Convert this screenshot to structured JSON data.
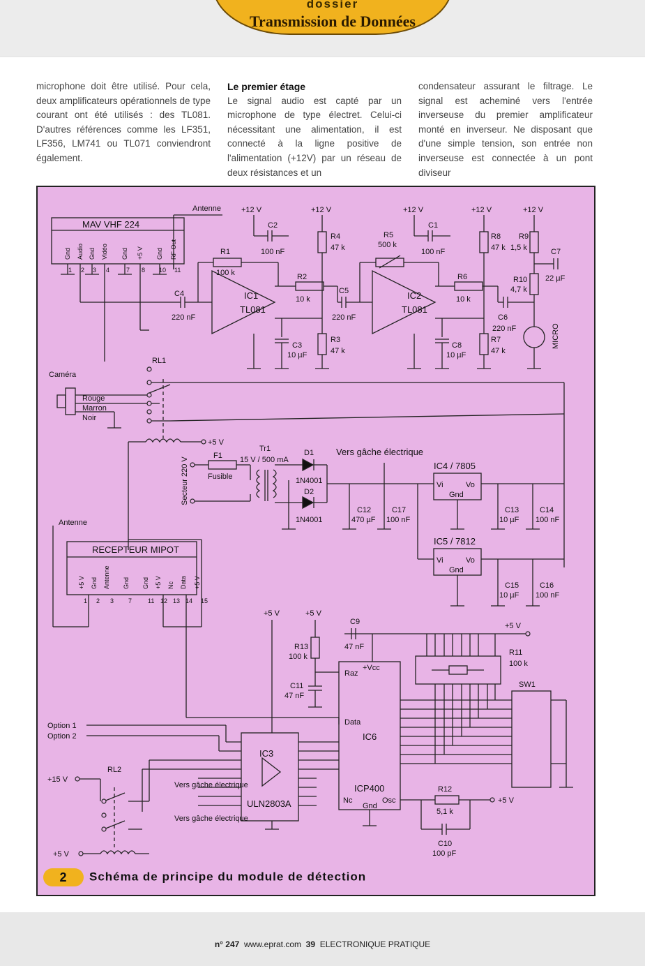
{
  "header": {
    "kicker": "dossier",
    "title": "Transmission de Données"
  },
  "columns": {
    "c1": "microphone doit être utilisé. Pour cela, deux amplificateurs opérationnels de type courant ont été utilisés : des TL081. D'autres références comme les LF351, LF356, LM741 ou TL071 conviendront également.",
    "c2_heading": "Le premier étage",
    "c2": "Le signal audio est capté par un microphone de type électret. Celui-ci nécessitant une alimentation, il est connecté à la ligne positive de l'alimentation (+12V) par un réseau de deux résistances et un",
    "c3": "condensateur assurant le filtrage. Le signal est acheminé vers l'entrée inverseuse du premier amplificateur monté en inverseur. Ne disposant que d'une simple tension, son entrée non inverseuse est connectée à un pont diviseur"
  },
  "figure": {
    "number": "2",
    "caption": "Schéma de principe du module de détection",
    "labels": {
      "antenne1": "Antenne",
      "mav": "MAV VHF 224",
      "mav_pins": [
        "Gnd",
        "Audio",
        "Gnd",
        "Vidéo",
        "Gnd",
        "+5 V",
        "Gnd",
        "RF Out"
      ],
      "mav_nums": [
        "1",
        "2",
        "3",
        "4",
        "7",
        "8",
        "10",
        "11"
      ],
      "v12": "+12 V",
      "v5": "+5 V",
      "v15": "+15 V",
      "r1": "R1",
      "r1v": "100 k",
      "r2": "R2",
      "r2v": "10 k",
      "r3": "R3",
      "r3v": "47 k",
      "r4": "R4",
      "r4v": "47 k",
      "r5": "R5",
      "r5v": "500 k",
      "r6": "R6",
      "r6v": "10 k",
      "r7": "R7",
      "r7v": "47 k",
      "r8": "R8",
      "r8v": "47 k",
      "r9": "R9",
      "r9v": "1,5 k",
      "r10": "R10",
      "r10v": "4,7 k",
      "c1": "C1",
      "c1v": "100 nF",
      "c2": "C2",
      "c2v": "100 nF",
      "c3": "C3",
      "c3v": "10 µF",
      "c4": "C4",
      "c4v": "220 nF",
      "c5": "C5",
      "c5v": "220 nF",
      "c6": "C6",
      "c6v": "220 nF",
      "c7": "C7",
      "c7v": "22 µF",
      "c8": "C8",
      "c8v": "10 µF",
      "ic1": "IC1",
      "ic2": "IC2",
      "tl081": "TL081",
      "micro": "MICRO",
      "rl1": "RL1",
      "camera": "Caméra",
      "rouge": "Rouge",
      "marron": "Marron",
      "noir": "Noir",
      "tr1": "Tr1",
      "tr1v": "15 V / 500 mA",
      "f1": "F1",
      "fusible": "Fusible",
      "secteur": "Secteur 220 V",
      "d1": "D1",
      "d2": "D2",
      "n4001": "1N4001",
      "gache": "Vers gâche électrique",
      "ic4": "IC4 / 7805",
      "ic5": "IC5 / 7812",
      "vi": "Vi",
      "vo": "Vo",
      "gnd": "Gnd",
      "c12": "C12",
      "c12v": "470 µF",
      "c17": "C17",
      "c17v": "100 nF",
      "c13": "C13",
      "c13v": "10 µF",
      "c14": "C14",
      "c14v": "100 nF",
      "c15": "C15",
      "c15v": "10 µF",
      "c16": "C16",
      "c16v": "100 nF",
      "antenne2": "Antenne",
      "recepteur": "RECEPTEUR MIPOT",
      "rec_pins": [
        "+5 V",
        "Gnd",
        "Antenne",
        "Gnd",
        "Gnd",
        "+5 V",
        "Nc",
        "Data",
        "+5 V"
      ],
      "rec_nums": [
        "1",
        "2",
        "3",
        "7",
        "11",
        "12",
        "13",
        "14",
        "15"
      ],
      "c9": "C9",
      "c9v": "47 nF",
      "r13": "R13",
      "r13v": "100 k",
      "c11": "C11",
      "c11v": "47 nF",
      "raz": "Raz",
      "vcc": "+Vcc",
      "data": "Data",
      "ic6": "IC6",
      "icp400": "ICP400",
      "nc": "Nc",
      "osc": "Osc",
      "r11": "R11",
      "r11v": "100 k",
      "sw1": "SW1",
      "r12": "R12",
      "r12v": "5,1 k",
      "c10": "C10",
      "c10v": "100 pF",
      "ic3": "IC3",
      "uln": "ULN2803A",
      "option1": "Option 1",
      "option2": "Option 2",
      "rl2": "RL2",
      "gache2": "Vers gâche électrique"
    }
  },
  "footer": {
    "issue": "n° 247",
    "site": "www.eprat.com",
    "page": "39",
    "magazine": "ELECTRONIQUE PRATIQUE"
  }
}
